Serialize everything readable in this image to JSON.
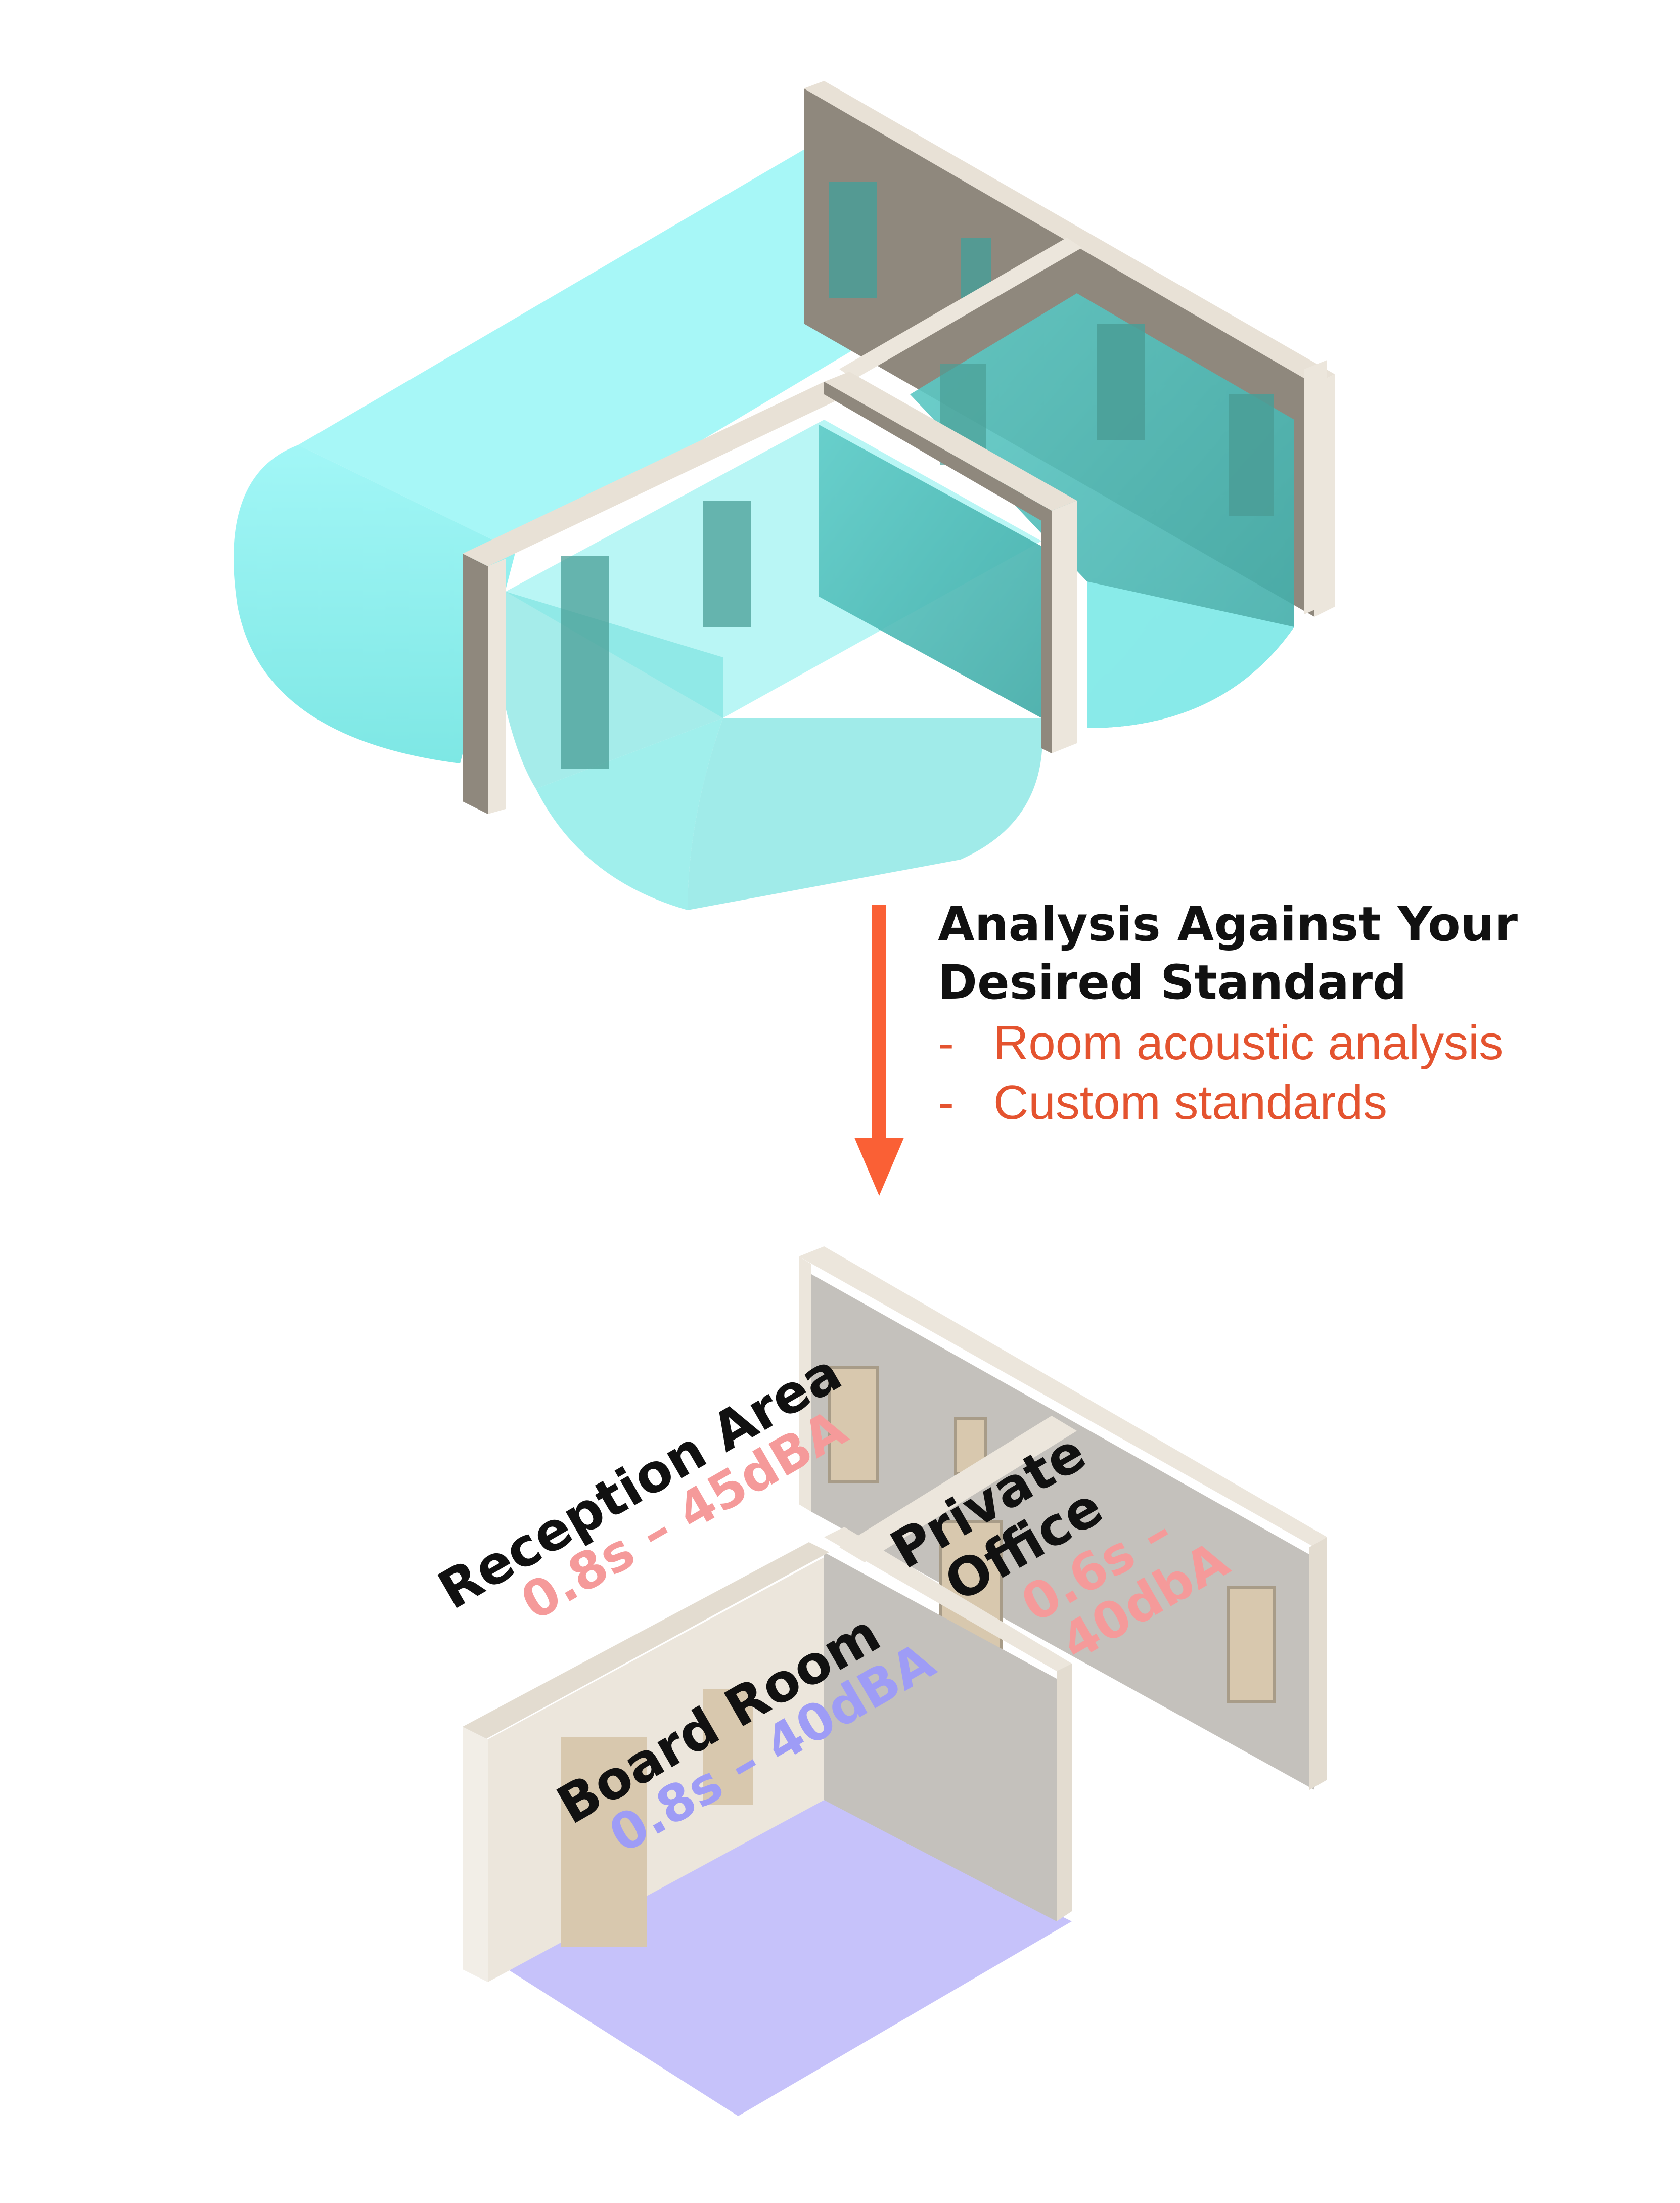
{
  "caption": {
    "title_line1": "Analysis Against Your",
    "title_line2": "Desired Standard",
    "items": [
      {
        "bullet": "-",
        "text": "Room acoustic analysis"
      },
      {
        "bullet": "-",
        "text": "Custom standards"
      }
    ]
  },
  "rooms": {
    "reception": {
      "name": "Reception Area",
      "metric": "0.8s – 45dBA"
    },
    "private_office": {
      "name_line1": "Private",
      "name_line2": "Office",
      "metric_line1": "0.6s –",
      "metric_line2": "40dbA"
    },
    "board_room": {
      "name": "Board Room",
      "metric": "0.8s – 40dBA"
    }
  },
  "colors": {
    "wall_face": "#ECE6DC",
    "wall_edge": "#8F887D",
    "wall_gray": "#C4C1BC",
    "volume_cyan": "#7FF0EE",
    "volume_teal": "#4FBFBA",
    "door": "#D8C8AE",
    "board_floor": "#C6C2FA",
    "arrow": "#FA6035",
    "caption_accent": "#E4532F",
    "metric_red": "#F59A9A",
    "metric_blue": "#9E9CF6",
    "label_dark": "#111111"
  }
}
